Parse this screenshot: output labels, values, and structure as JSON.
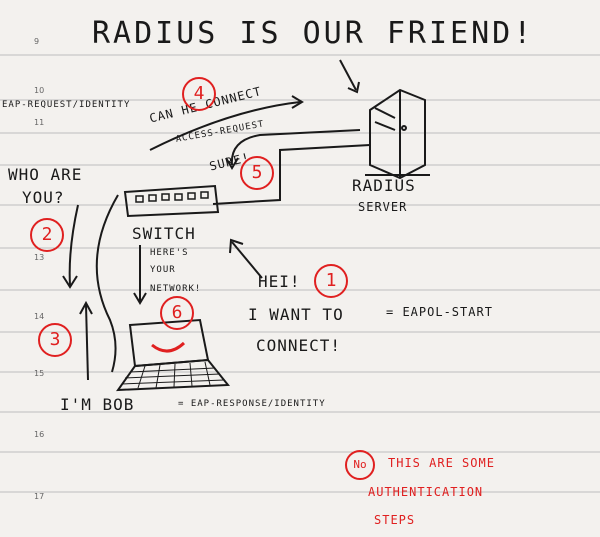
{
  "line_numbers": [
    "9",
    "10",
    "11",
    "13",
    "14",
    "15",
    "16",
    "17"
  ],
  "title": "RADIUS IS OUR FRIEND!",
  "eap_request": "EAP-REQUEST/IDENTITY",
  "who_are": "WHO ARE",
  "you": "YOU?",
  "step4_line1": "CAN HE CONNECT",
  "step4_line2": "ACCESS-REQUEST",
  "sure": "SURE!",
  "radius_label": "RADIUS",
  "server_label": "SERVER",
  "switch_label": "SWITCH",
  "heres_1": "HERE'S",
  "heres_2": "YOUR",
  "heres_3": "NETWORK!",
  "hei": "HEI!",
  "want_line1": "I WANT TO",
  "eapol": "= EAPOL-START",
  "connect": "CONNECT!",
  "bob": "I'M BOB",
  "eap_response": "= EAP-RESPONSE/IDENTITY",
  "note_badge": "No",
  "note_line1": "THIS ARE SOME",
  "note_line2": "AUTHENTICATION",
  "note_line3": "STEPS",
  "steps": [
    "1",
    "2",
    "3",
    "4",
    "5",
    "6"
  ],
  "colors": {
    "ink": "#1a1a1a",
    "red": "#e02020",
    "paper": "#f3f1ee",
    "rule": "#b9b9b9"
  }
}
